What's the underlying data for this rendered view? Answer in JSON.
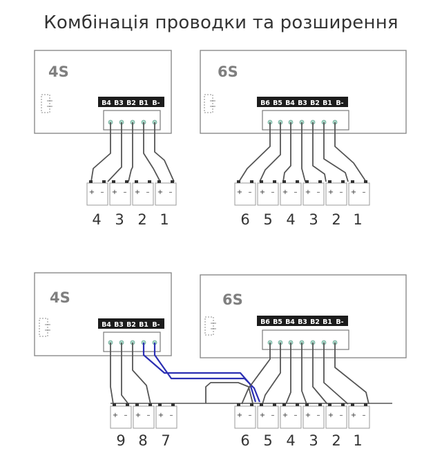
{
  "title": "Комбінація проводки та розширення",
  "colors": {
    "board_border": "#8a8a8a",
    "wire": "#555555",
    "highlight_wire": "#2b2fb3",
    "pin": "#a8d8c8",
    "pin_label_bg": "#1c1c1c"
  },
  "cell_polarity": {
    "plus": "+",
    "minus": "–"
  },
  "top_left": {
    "board_name": "4S",
    "pins": [
      "B4",
      "B3",
      "B2",
      "B1",
      "B-"
    ],
    "cell_numbers": [
      "4",
      "3",
      "2",
      "1"
    ]
  },
  "top_right": {
    "board_name": "6S",
    "pins": [
      "B6",
      "B5",
      "B4",
      "B3",
      "B2",
      "B1",
      "B-"
    ],
    "cell_numbers": [
      "6",
      "5",
      "4",
      "3",
      "2",
      "1"
    ]
  },
  "bottom_left": {
    "board_name": "4S",
    "pins": [
      "B4",
      "B3",
      "B2",
      "B1",
      "B-"
    ],
    "cell_numbers": [
      "9",
      "8",
      "7"
    ]
  },
  "bottom_right": {
    "board_name": "6S",
    "pins": [
      "B6",
      "B5",
      "B4",
      "B3",
      "B2",
      "B1",
      "B-"
    ],
    "cell_numbers": [
      "6",
      "5",
      "4",
      "3",
      "2",
      "1"
    ]
  }
}
